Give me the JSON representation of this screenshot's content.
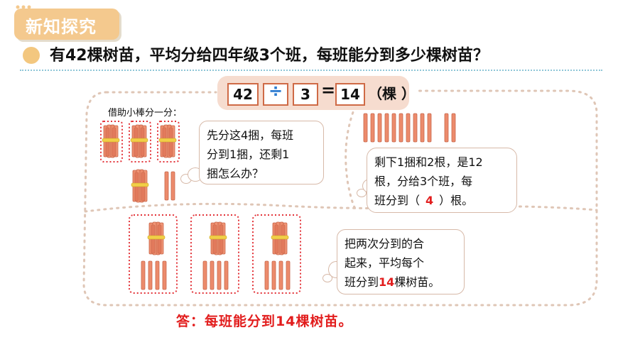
{
  "header": {
    "title": "新知探究"
  },
  "question": {
    "text": "有42棵树苗，平均分给四年级3个班，每班能分到多少棵树苗？"
  },
  "equation": {
    "dividend": "42",
    "operator": "÷",
    "divisor": "3",
    "equals": "=",
    "result": "14",
    "unit": "（棵 ）"
  },
  "borrow_label": "借助小棒分一分：",
  "bubble1": {
    "line1": "先分这4捆，每班",
    "line2": "分到1捆，还剩1",
    "line3": "捆怎么办？"
  },
  "bubble2": {
    "line1": "剩下1捆和2根，是12",
    "line2": "根，分给3个班，每",
    "line3_pre": "班分到（",
    "value": "4",
    "line3_post": "）根。"
  },
  "bubble3": {
    "line1": "把两次分到的合",
    "line2": "起来，平均每个",
    "line3_pre": "班分到",
    "value": "14",
    "line3_post": "棵树苗。"
  },
  "answer": {
    "text": "答：每班能分到14棵树苗。"
  },
  "colors": {
    "accent": "#f4c98e",
    "stick": "#e8886a",
    "frame": "#dfc6b6",
    "red": "#e21d1d"
  },
  "icons": {
    "bundle": "stick-bundle-icon",
    "stick": "stick-icon"
  }
}
